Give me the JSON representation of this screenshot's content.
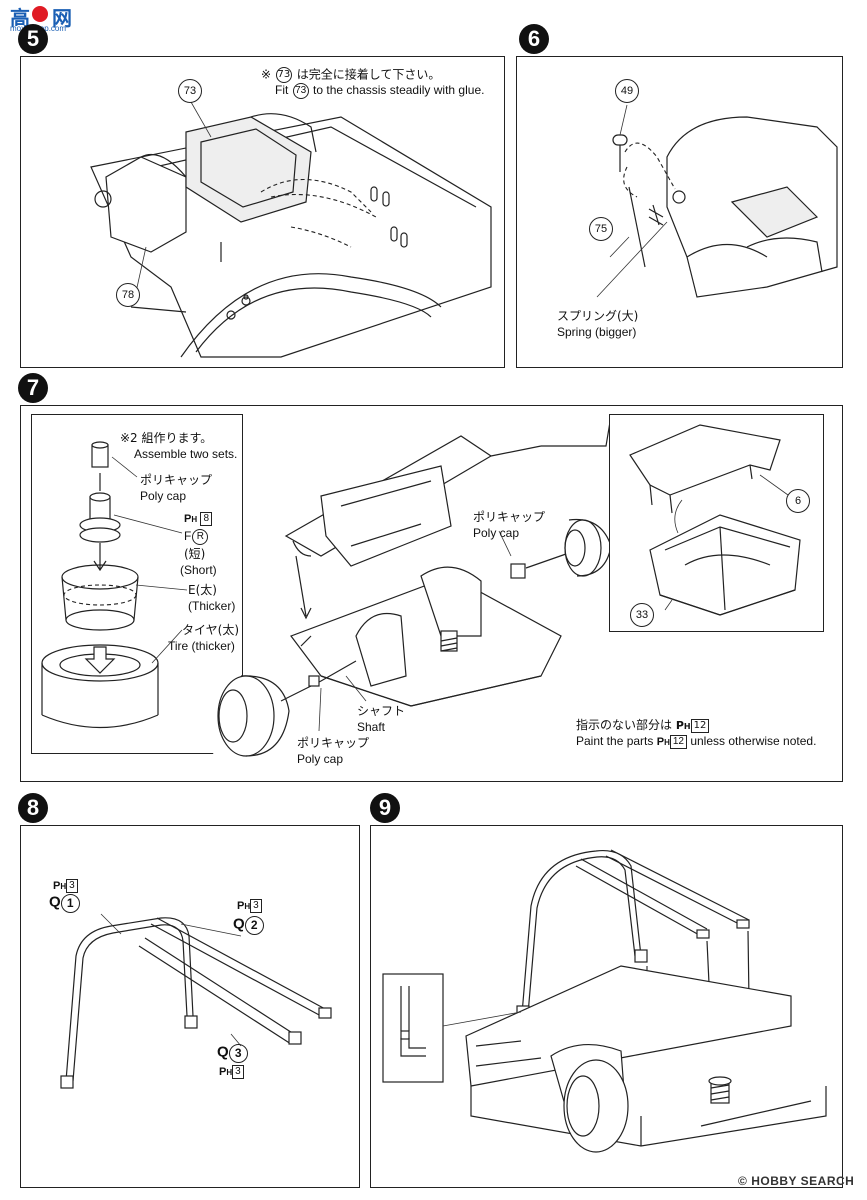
{
  "watermark": {
    "top": "高",
    "site": "网",
    "url": "moxinshop.com"
  },
  "steps": {
    "s5": {
      "number": "5",
      "note_ja": "※ ⑦③ は完全に接着して下さい。",
      "note_ja_pre": "※",
      "note_ja_post": "は完全に接着して下さい。",
      "note_en_pre": "Fit",
      "note_en_post": "to the chassis steadily with glue.",
      "part_a": "73",
      "part_b": "78"
    },
    "s6": {
      "number": "6",
      "part_a": "49",
      "part_b": "75",
      "spring_ja": "スプリング(大)",
      "spring_en": "Spring (bigger)"
    },
    "s7": {
      "number": "7",
      "inset_note_ja": "※2 組作ります。",
      "inset_note_en": "Assemble two sets.",
      "polycap_ja": "ポリキャップ",
      "polycap_en": "Poly cap",
      "paint_code": "8",
      "part_f": "F",
      "part_f_num": "R",
      "short_ja": "(短)",
      "short_en": "(Short)",
      "part_e_ja": "E(太)",
      "part_e_en": "(Thicker)",
      "tire_ja": "タイヤ(太)",
      "tire_en": "Tire (thicker)",
      "polycap2_ja": "ポリキャップ",
      "polycap2_en": "Poly cap",
      "shaft_ja": "シャフト",
      "shaft_en": "Shaft",
      "polycap3_ja": "ポリキャップ",
      "polycap3_en": "Poly cap",
      "part_6": "6",
      "part_33": "33",
      "paint_note_ja": "指示のない部分は",
      "paint_note_en_pre": "Paint the parts",
      "paint_note_en_post": "unless otherwise noted.",
      "paint_note_code": "12"
    },
    "s8": {
      "number": "8",
      "q1_code": "3",
      "q1_letter": "Q",
      "q1_num": "1",
      "q2_code": "3",
      "q2_letter": "Q",
      "q2_num": "2",
      "q3_code": "3",
      "q3_letter": "Q",
      "q3_num": "3"
    },
    "s9": {
      "number": "9"
    }
  },
  "paint_prefix": "P",
  "paint_sub": "H",
  "footer": {
    "brand": "HOBBY SEARCH",
    "copyright": "©"
  }
}
